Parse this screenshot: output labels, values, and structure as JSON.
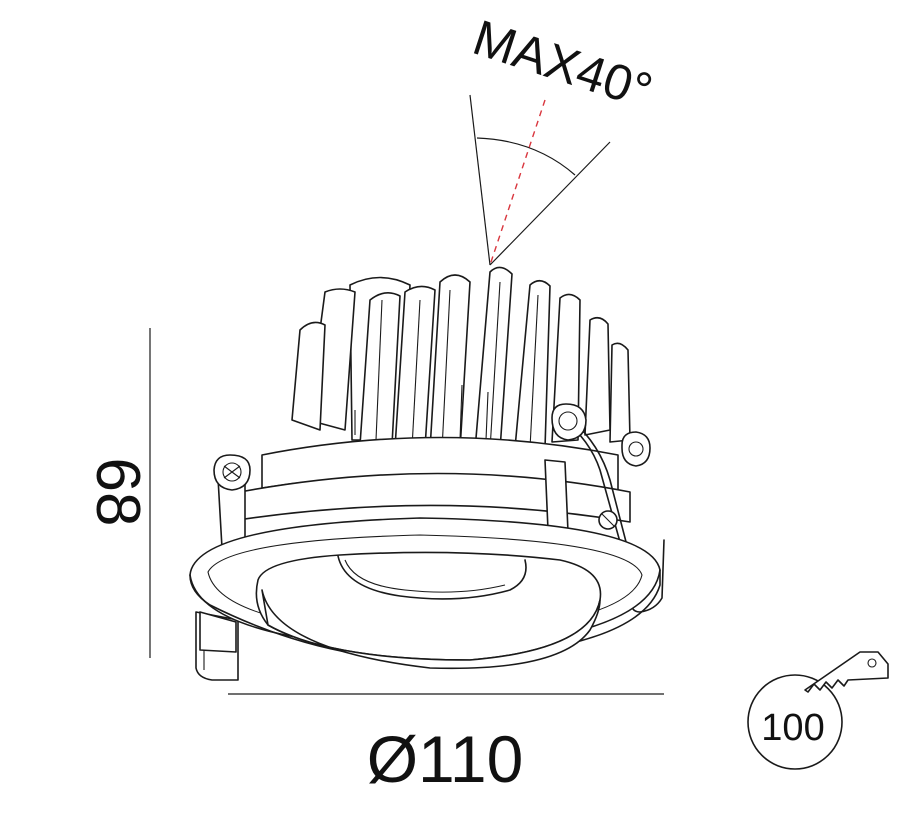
{
  "diagram": {
    "tilt_label": "MAX40°",
    "height_label": "68",
    "diameter_label": "Ø110",
    "cutout_label": "100"
  },
  "colors": {
    "line": "#1a1a1a",
    "axis_dashed": "#d9363e",
    "background": "#ffffff"
  },
  "icons": [
    "saw-icon"
  ]
}
